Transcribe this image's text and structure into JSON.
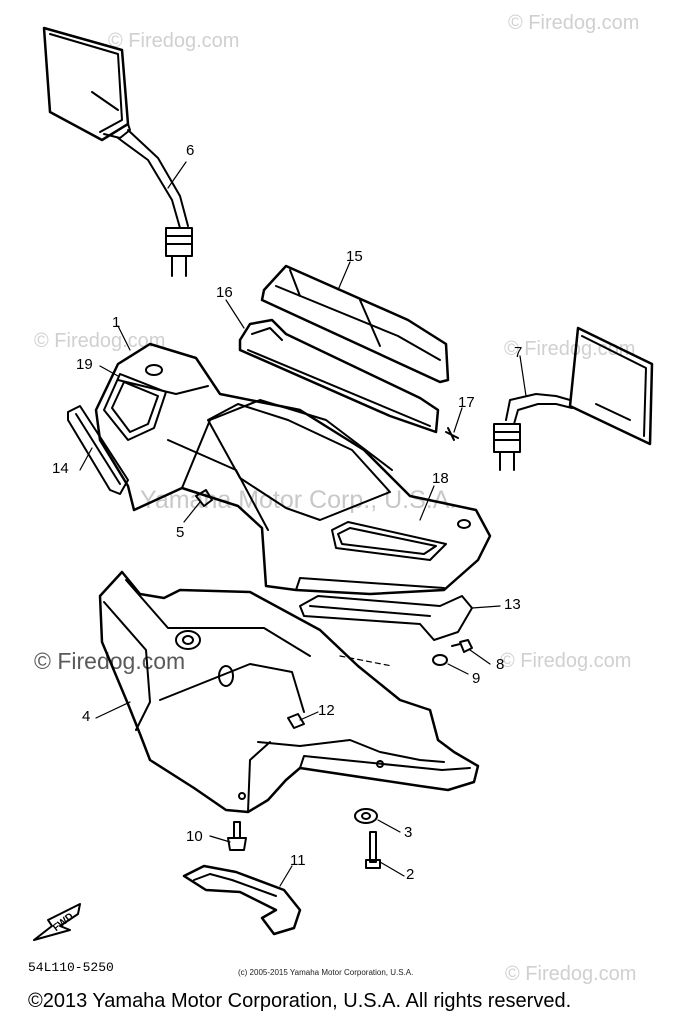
{
  "watermarks": {
    "firedog": "© Firedog.com",
    "firedog_main": "© Firedog.com",
    "center": "Yamaha Motor Corp., U.S.A."
  },
  "callouts": {
    "c1": "1",
    "c2": "2",
    "c3": "3",
    "c4": "4",
    "c5": "5",
    "c6": "6",
    "c7": "7",
    "c8": "8",
    "c9": "9",
    "c10": "10",
    "c11": "11",
    "c12": "12",
    "c13": "13",
    "c14": "14",
    "c15": "15",
    "c16": "16",
    "c17": "17",
    "c18": "18",
    "c19": "19"
  },
  "fwd_label": "FWD",
  "part_code": "54L110-5250",
  "small_copyright": "(c) 2005-2015 Yamaha Motor Corporation, U.S.A.",
  "footer_copyright": "©2013 Yamaha Motor Corporation, U.S.A. All rights reserved.",
  "colors": {
    "ink": "#000000",
    "watermark": "#d0d0d0"
  }
}
